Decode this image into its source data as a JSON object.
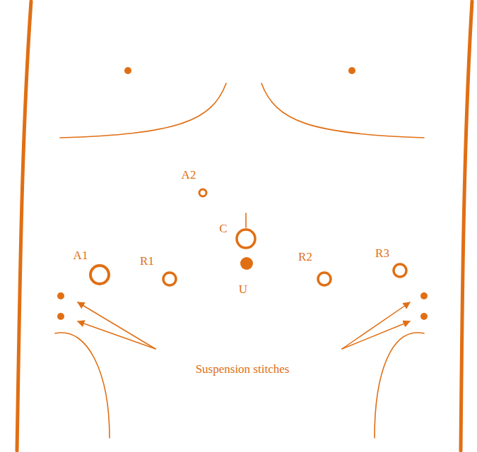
{
  "diagram": {
    "labels": [
      "A2",
      "C",
      "A1",
      "R1",
      "U",
      "R2",
      "R3",
      "Suspension stitches"
    ]
  }
}
